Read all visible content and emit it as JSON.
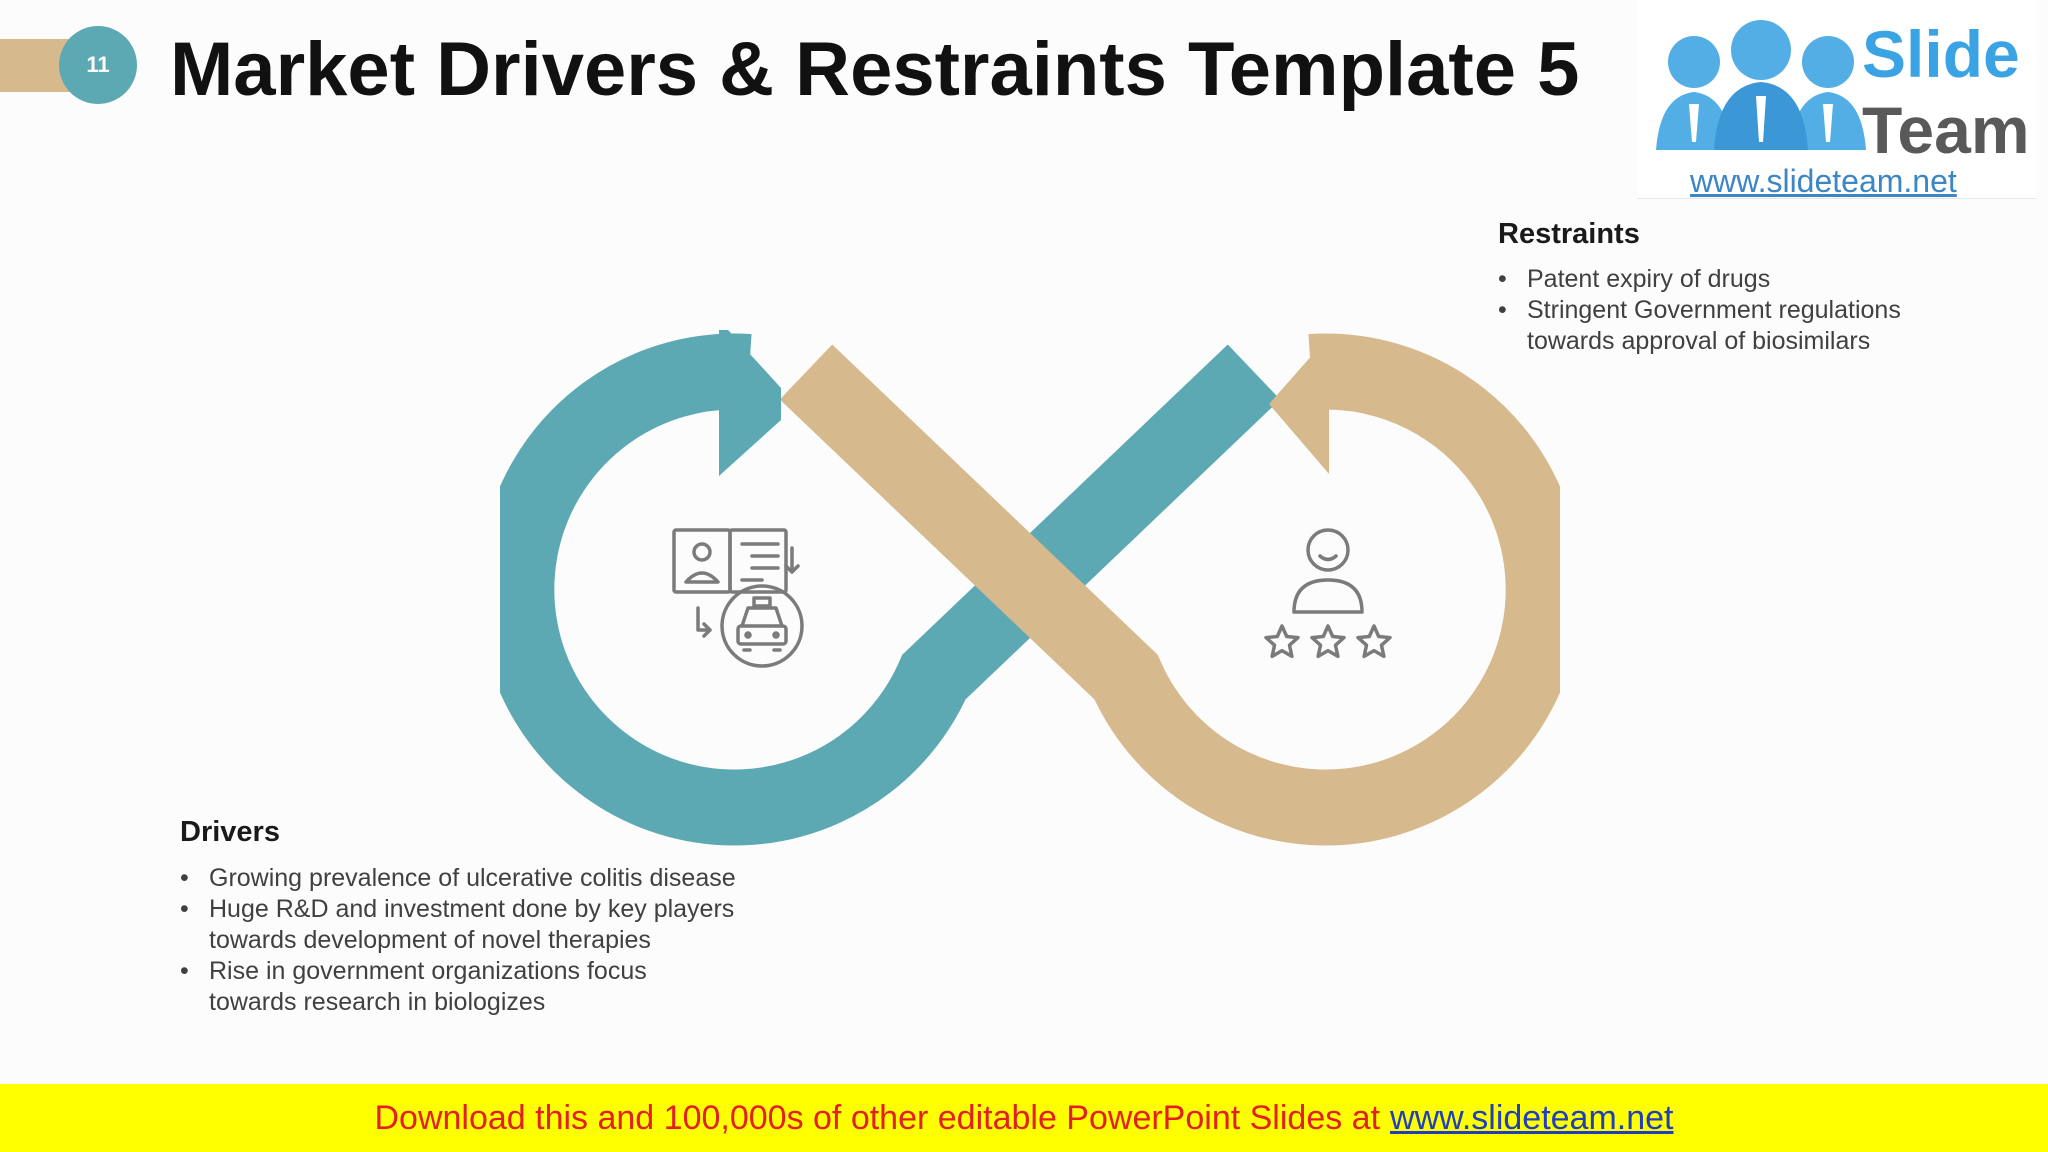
{
  "slide_number": "11",
  "title": "Market Drivers & Restraints Template 5",
  "logo": {
    "line1": "Slide",
    "line2": "Team",
    "url": "www.slideteam.net"
  },
  "drivers": {
    "heading": "Drivers",
    "items": [
      "Growing prevalence of ulcerative colitis disease",
      "Huge R&D and investment done by key players towards development of novel therapies",
      "Rise in government organizations focus towards research in biologizes"
    ]
  },
  "restraints": {
    "heading": "Restraints",
    "items": [
      "Patent expiry of drugs",
      "Stringent Government regulations towards approval of biosimilars"
    ]
  },
  "diagram": {
    "left_icon": "document-exchange-taxi-icon",
    "right_icon": "person-rating-stars-icon",
    "colors": {
      "teal": "#5da9b3",
      "tan": "#d6b98d",
      "icon": "#7b7b7b"
    }
  },
  "banner": {
    "text": "Download this and 100,000s of other editable PowerPoint Slides at",
    "link": "www.slideteam.net"
  }
}
